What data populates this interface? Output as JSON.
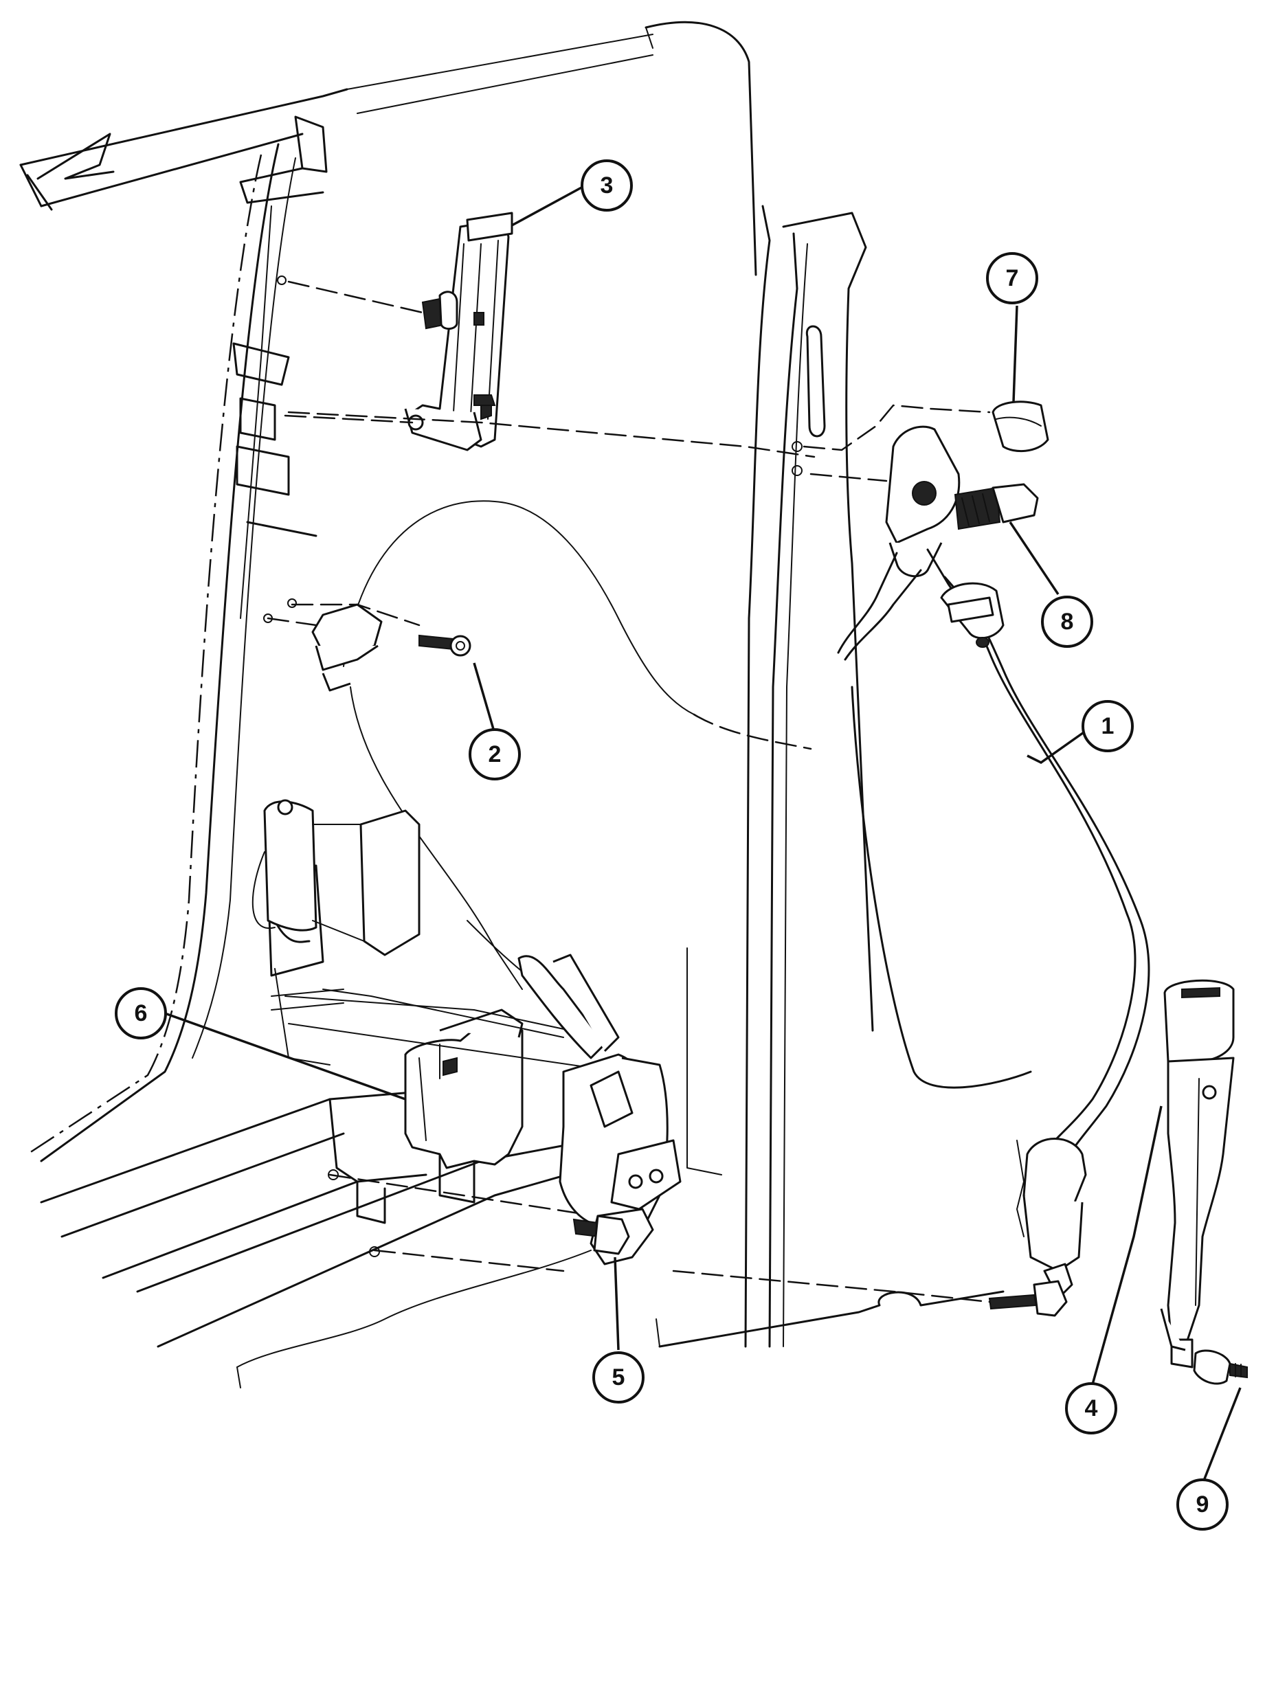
{
  "diagram": {
    "type": "exploded-parts-diagram",
    "callouts": [
      {
        "id": "callout-1",
        "label": "1"
      },
      {
        "id": "callout-2",
        "label": "2"
      },
      {
        "id": "callout-3",
        "label": "3"
      },
      {
        "id": "callout-4",
        "label": "4"
      },
      {
        "id": "callout-5",
        "label": "5"
      },
      {
        "id": "callout-6",
        "label": "6"
      },
      {
        "id": "callout-7",
        "label": "7"
      },
      {
        "id": "callout-8",
        "label": "8"
      },
      {
        "id": "callout-9",
        "label": "9"
      }
    ]
  }
}
